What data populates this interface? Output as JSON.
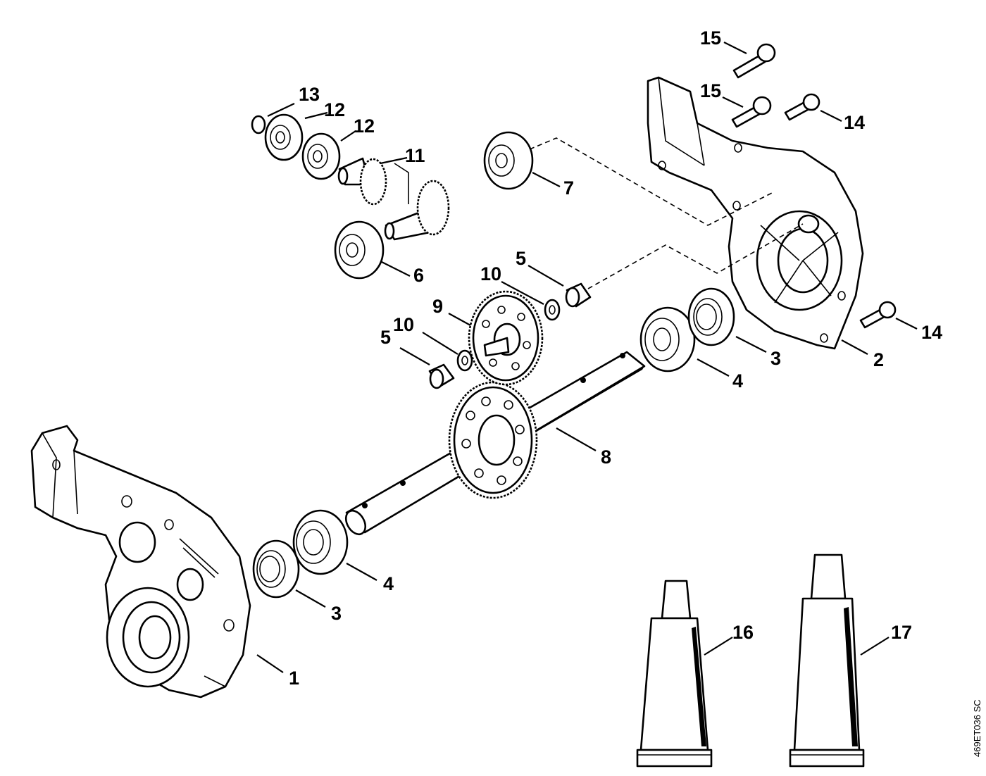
{
  "diagram": {
    "reference_code": "469ET036 SC",
    "callouts": [
      {
        "id": "c1",
        "label": "1"
      },
      {
        "id": "c2",
        "label": "2"
      },
      {
        "id": "c3a",
        "label": "3"
      },
      {
        "id": "c3b",
        "label": "3"
      },
      {
        "id": "c4a",
        "label": "4"
      },
      {
        "id": "c4b",
        "label": "4"
      },
      {
        "id": "c5a",
        "label": "5"
      },
      {
        "id": "c5b",
        "label": "5"
      },
      {
        "id": "c6",
        "label": "6"
      },
      {
        "id": "c7",
        "label": "7"
      },
      {
        "id": "c8",
        "label": "8"
      },
      {
        "id": "c9",
        "label": "9"
      },
      {
        "id": "c10a",
        "label": "10"
      },
      {
        "id": "c10b",
        "label": "10"
      },
      {
        "id": "c11",
        "label": "11"
      },
      {
        "id": "c12a",
        "label": "12"
      },
      {
        "id": "c12b",
        "label": "12"
      },
      {
        "id": "c13",
        "label": "13"
      },
      {
        "id": "c14a",
        "label": "14"
      },
      {
        "id": "c14b",
        "label": "14"
      },
      {
        "id": "c15a",
        "label": "15"
      },
      {
        "id": "c15b",
        "label": "15"
      },
      {
        "id": "c16",
        "label": "16"
      },
      {
        "id": "c17",
        "label": "17"
      }
    ]
  }
}
